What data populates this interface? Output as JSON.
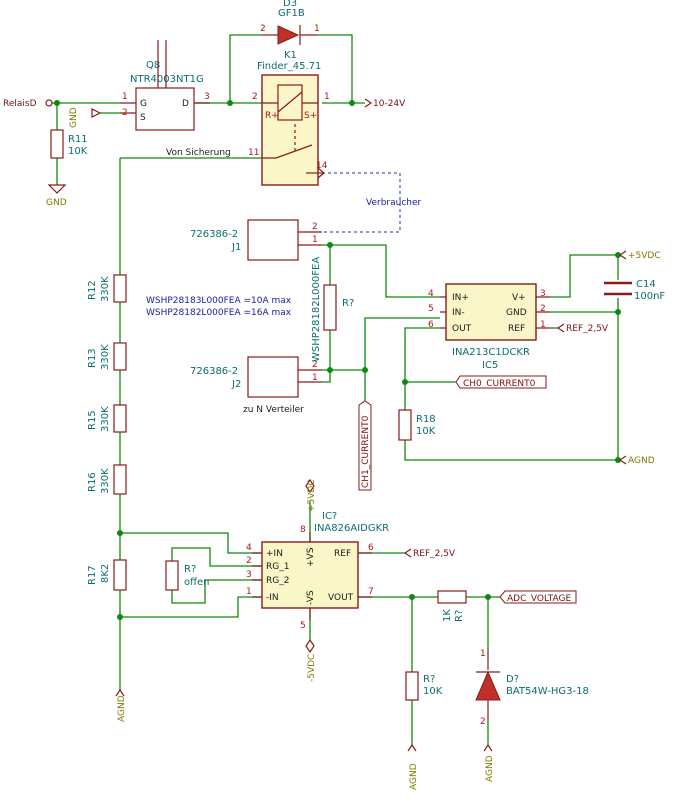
{
  "components": {
    "d3": {
      "ref": "D3",
      "value": "GF1B",
      "pin_left": "2",
      "pin_right": "1"
    },
    "k1": {
      "ref": "K1",
      "value": "Finder_45.71",
      "pin_a1": "2",
      "pin_a2": "1",
      "pin_com": "11",
      "pin_no": "14",
      "coil_plus": "R+",
      "coil_minus": "S+"
    },
    "q8": {
      "ref": "Q8",
      "value": "NTR4003NT1G",
      "pin_g": "1",
      "pin_s": "2",
      "pin_d": "3",
      "label_g": "G",
      "label_s": "S",
      "label_d": "D"
    },
    "r11": {
      "ref": "R11",
      "value": "10K"
    },
    "j1": {
      "ref": "J1",
      "value": "726386-2",
      "pin_top": "2",
      "pin_bottom": "1"
    },
    "j2": {
      "ref": "J2",
      "value": "726386-2",
      "pin_top": "2",
      "pin_bottom": "1",
      "caption": "zu N Verteiler"
    },
    "rshunt": {
      "ref": "R?",
      "value": "WSHP28182L000FEA"
    },
    "ic5": {
      "ref": "IC5",
      "value": "INA213C1DCKR",
      "pins": [
        "4",
        "5",
        "6",
        "3",
        "2",
        "1"
      ],
      "labels": [
        "IN+",
        "IN-",
        "OUT",
        "V+",
        "GND",
        "REF"
      ]
    },
    "c14": {
      "ref": "C14",
      "value": "100nF"
    },
    "r18": {
      "ref": "R18",
      "value": "10K"
    },
    "r12": {
      "ref": "R12",
      "value": "330K"
    },
    "r13": {
      "ref": "R13",
      "value": "330K"
    },
    "r15": {
      "ref": "R15",
      "value": "330K"
    },
    "r16": {
      "ref": "R16",
      "value": "330K"
    },
    "r17": {
      "ref": "R17",
      "value": "8K2"
    },
    "ic7": {
      "ref": "IC?",
      "value": "INA826AIDGKR",
      "pins": [
        "4",
        "2",
        "3",
        "1",
        "8",
        "5",
        "6",
        "7"
      ],
      "labels": [
        "+IN",
        "RG_1",
        "RG_2",
        "-IN",
        "+VS",
        "-VS",
        "REF",
        "VOUT"
      ]
    },
    "rg": {
      "ref": "R?",
      "value": "offen"
    },
    "r_out": {
      "ref": "R?",
      "value": "10K"
    },
    "r_series": {
      "ref": "R?",
      "value": "1K"
    },
    "d_clamp": {
      "ref": "D?",
      "value": "BAT54W-HG3-18",
      "pin_top": "1",
      "pin_bottom": "2"
    }
  },
  "nets": {
    "relais": "RelaisD",
    "gnd": "GND",
    "supply_10_24": "10-24V",
    "plus5": "+5VDC",
    "minus5": "-5VDC",
    "agnd": "AGND",
    "ref": "REF_2,5V",
    "ch0": "CH0_CURRENT0",
    "ch1": "CH1_CURRENT0",
    "adc": "ADC_VOLTAGE",
    "von_sicherung": "Von Sicherung",
    "verbraucher": "Verbraucher"
  },
  "notes": {
    "shunt_line1": "WSHP28183L000FEA =10A max",
    "shunt_line2": "WSHP28182L000FEA =16A max"
  },
  "colors": {
    "wire": "#0f8a0f",
    "component_body": "#fbf6c8",
    "component_outline": "#8a1a1a",
    "reference_text": "#0b6e6e",
    "pin_number": "#b01515",
    "power_label": "#7a7a00",
    "note_text": "#1a1aa0"
  }
}
